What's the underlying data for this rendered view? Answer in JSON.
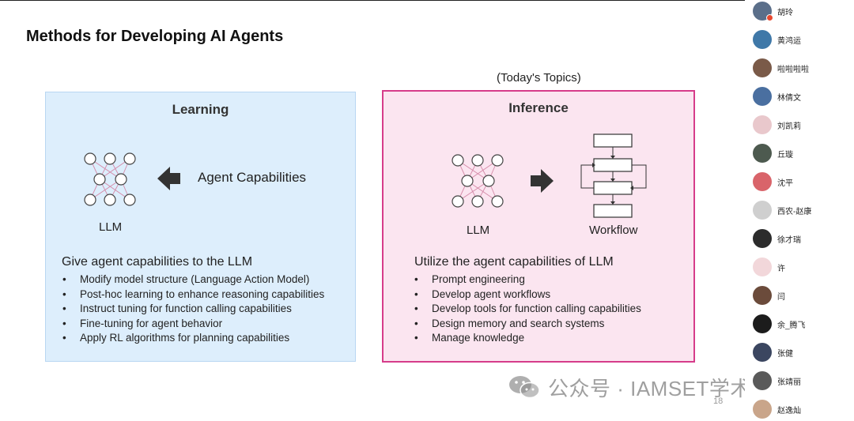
{
  "slide": {
    "title": "Methods for Developing AI Agents",
    "topics_note": "(Today's Topics)",
    "page_number": "18",
    "learning": {
      "heading": "Learning",
      "model_label": "LLM",
      "capability_label": "Agent Capabilities",
      "subtitle": "Give agent capabilities to the LLM",
      "bullets": [
        "Modify model structure (Language Action Model)",
        "Post-hoc learning to enhance reasoning capabilities",
        "Instruct tuning for function calling capabilities",
        "Fine-tuning for agent behavior",
        "Apply RL algorithms for planning capabilities"
      ]
    },
    "inference": {
      "heading": "Inference",
      "model_label": "LLM",
      "workflow_label": "Workflow",
      "subtitle": "Utilize the agent capabilities of LLM",
      "bullets": [
        "Prompt engineering",
        "Develop agent workflows",
        "Develop tools for function calling capabilities",
        "Design memory and search systems",
        "Manage knowledge"
      ]
    }
  },
  "watermark": {
    "text": "公众号 · IAMSET学术服务",
    "icon": "wechat-icon"
  },
  "participants": [
    {
      "name": "胡玲",
      "color": "#5b6f8a",
      "mic": true
    },
    {
      "name": "黄鸿运",
      "color": "#3f78a8",
      "mic": false
    },
    {
      "name": "啦啦啦啦",
      "color": "#7a5a48",
      "mic": false
    },
    {
      "name": "林倩文",
      "color": "#4a6fa0",
      "mic": false
    },
    {
      "name": "刘凯莉",
      "color": "#e9c8cc",
      "mic": false
    },
    {
      "name": "丘璇",
      "color": "#4d5a4f",
      "mic": false
    },
    {
      "name": "沈平",
      "color": "#d9646a",
      "mic": false
    },
    {
      "name": "西农-赵康",
      "color": "#cfcfcf",
      "mic": false
    },
    {
      "name": "徐才瑞",
      "color": "#2c2c2c",
      "mic": false
    },
    {
      "name": "许",
      "color": "#f2d7da",
      "mic": false
    },
    {
      "name": "闫",
      "color": "#6b4b3b",
      "mic": false
    },
    {
      "name": "余_腾飞",
      "color": "#1c1c1c",
      "mic": false
    },
    {
      "name": "张健",
      "color": "#3b4660",
      "mic": false
    },
    {
      "name": "张靖丽",
      "color": "#5a5a5a",
      "mic": false
    },
    {
      "name": "赵逸灿",
      "color": "#c9a58a",
      "mic": false
    }
  ]
}
